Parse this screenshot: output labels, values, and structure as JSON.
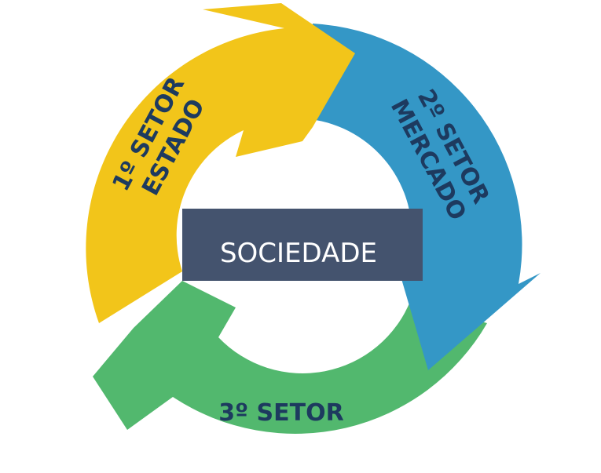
{
  "center": {
    "label": "SOCIEDADE",
    "color": "#44536e"
  },
  "segments": [
    {
      "line1": "1º SETOR",
      "line2": "ESTADO",
      "color": "#f2c51a"
    },
    {
      "line1": "2º SETOR",
      "line2": "MERCADO",
      "color": "#3497c6"
    },
    {
      "line1": "3º SETOR",
      "color": "#52b86e"
    }
  ],
  "text_color": "#1d3a5f"
}
